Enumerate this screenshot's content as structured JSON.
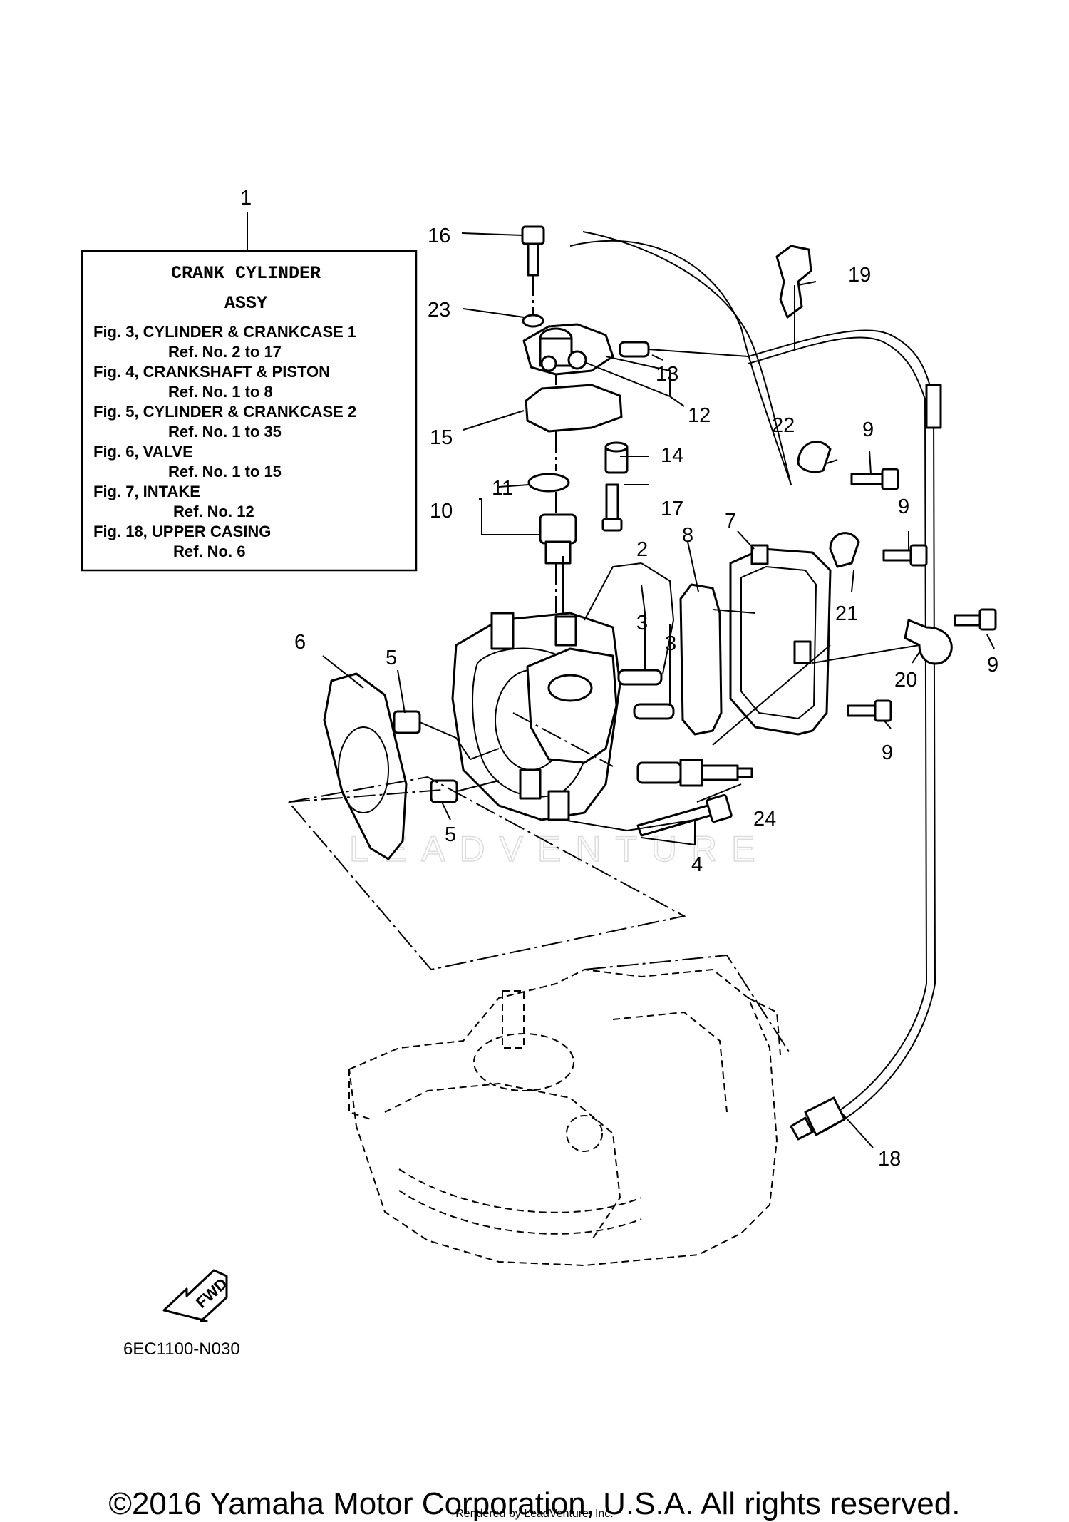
{
  "info_box": {
    "callout": "1",
    "title_line1": "CRANK CYLINDER",
    "title_line2": "ASSY",
    "lines": [
      "Fig. 3, CYLINDER & CRANKCASE 1",
      "Ref. No. 2 to 17",
      "Fig. 4, CRANKSHAFT & PISTON",
      "Ref. No. 1 to 8",
      "Fig. 5, CYLINDER & CRANKCASE 2",
      "Ref. No. 1 to 35",
      "Fig. 6, VALVE",
      "Ref. No. 1 to 15",
      "Fig. 7, INTAKE",
      "Ref. No. 12",
      "Fig. 18, UPPER CASING",
      "Ref. No. 6"
    ]
  },
  "callouts": [
    "2",
    "3",
    "3",
    "4",
    "5",
    "5",
    "6",
    "7",
    "8",
    "9",
    "9",
    "9",
    "9",
    "10",
    "11",
    "12",
    "13",
    "14",
    "15",
    "16",
    "17",
    "18",
    "19",
    "20",
    "21",
    "22",
    "23",
    "24"
  ],
  "watermark": "LEADVENTURE",
  "fwd_label": "FWD",
  "diagram_code": "6EC1100-N030",
  "copyright": "©2016 Yamaha Motor Corporation, U.S.A. All rights reserved.",
  "rendered_by": "Rendered by LeadVenture, Inc."
}
